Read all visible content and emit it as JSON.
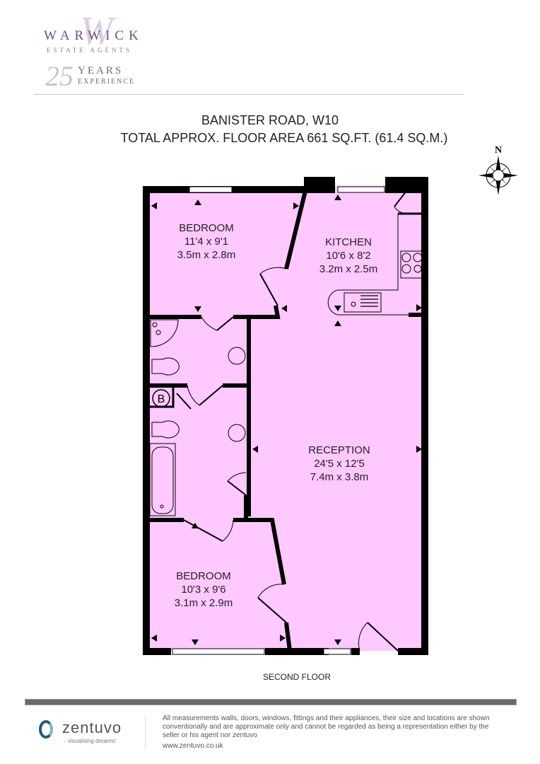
{
  "header": {
    "brand": "WARWICK",
    "brand_sub": "ESTATE AGENTS",
    "monogram": "W",
    "years_number": "25",
    "years_label": "YEARS",
    "experience_label": "EXPERIENCE"
  },
  "plan": {
    "address": "BANISTER ROAD, W10",
    "area": "TOTAL APPROX. FLOOR AREA 661 SQ.FT. (61.4 SQ.M.)",
    "compass_label": "N",
    "floor_label": "SECOND FLOOR",
    "boiler_label": "B",
    "colors": {
      "room_fill": "#ffc8ff",
      "wall": "#000000"
    },
    "rooms": [
      {
        "name": "BEDROOM",
        "imperial": "11'4 x 9'1",
        "metric": "3.5m x 2.8m"
      },
      {
        "name": "KITCHEN",
        "imperial": "10'6 x 8'2",
        "metric": "3.2m x 2.5m"
      },
      {
        "name": "RECEPTION",
        "imperial": "24'5 x 12'5",
        "metric": "7.4m x 3.8m"
      },
      {
        "name": "BEDROOM",
        "imperial": "10'3 x 9'6",
        "metric": "3.1m x 2.9m"
      }
    ]
  },
  "footer": {
    "logo_name": "zentuvo",
    "logo_tagline": "- visualising dreams!",
    "disclaimer": "All measurements walls, doors, windows, fittings and their appliances, their size and locations are shown conventionally and are approximate only and cannot be regarded as being a representation either by the seller or his agent nor zentuvo",
    "url": "www.zentuvo.co.uk"
  }
}
